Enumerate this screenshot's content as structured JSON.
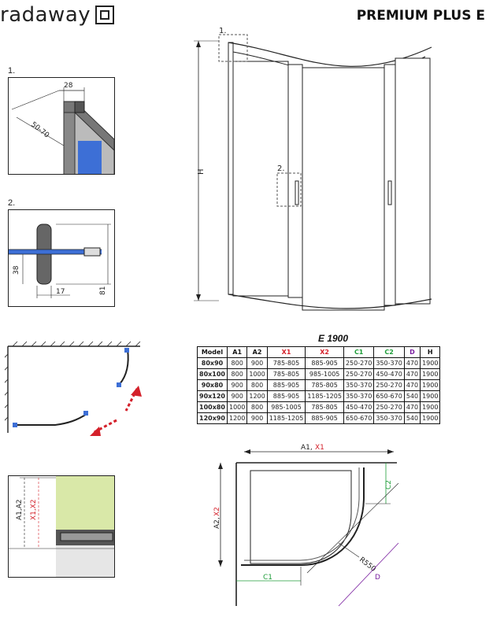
{
  "brand": {
    "name": "radaway"
  },
  "product": {
    "title": "PREMIUM PLUS E"
  },
  "panels": [
    {
      "number": "1.",
      "dims": [
        "28",
        "50-70"
      ]
    },
    {
      "number": "2.",
      "dims": [
        "38",
        "17",
        "81"
      ]
    }
  ],
  "main_drawing": {
    "labels": [
      "1.",
      "2.",
      "H"
    ]
  },
  "table": {
    "title": "E 1900",
    "headers": [
      "Model",
      "A1",
      "A2",
      "X1",
      "X2",
      "C1",
      "C2",
      "D",
      "H"
    ],
    "header_colors": [
      "#111111",
      "#111111",
      "#111111",
      "#d4202a",
      "#d4202a",
      "#1f9d3a",
      "#1f9d3a",
      "#7a1fa0",
      "#111111"
    ],
    "rows": [
      [
        "80x90",
        "800",
        "900",
        "785-805",
        "885-905",
        "250-270",
        "350-370",
        "470",
        "1900"
      ],
      [
        "80x100",
        "800",
        "1000",
        "785-805",
        "985-1005",
        "250-270",
        "450-470",
        "470",
        "1900"
      ],
      [
        "90x80",
        "900",
        "800",
        "885-905",
        "785-805",
        "350-370",
        "250-270",
        "470",
        "1900"
      ],
      [
        "90x120",
        "900",
        "1200",
        "885-905",
        "1185-1205",
        "350-370",
        "650-670",
        "540",
        "1900"
      ],
      [
        "100x80",
        "1000",
        "800",
        "985-1005",
        "785-805",
        "450-470",
        "250-270",
        "470",
        "1900"
      ],
      [
        "120x90",
        "1200",
        "900",
        "1185-1205",
        "885-905",
        "650-670",
        "350-370",
        "540",
        "1900"
      ]
    ]
  },
  "wall_section": {
    "labels": [
      "A1,A2",
      "X1,X2"
    ]
  },
  "plan": {
    "top_label_a": "A1,",
    "top_label_x": "X1",
    "side_label_a": "A2,",
    "side_label_x": "X2",
    "c1": "C1",
    "c2": "C2",
    "radius": "R550",
    "diagonal": "D"
  },
  "colors": {
    "red": "#d4202a",
    "green": "#1f9d3a",
    "purple": "#7a1fa0",
    "glass_blue": "#3d6fd6",
    "wall_green": "#d9e8a8"
  }
}
